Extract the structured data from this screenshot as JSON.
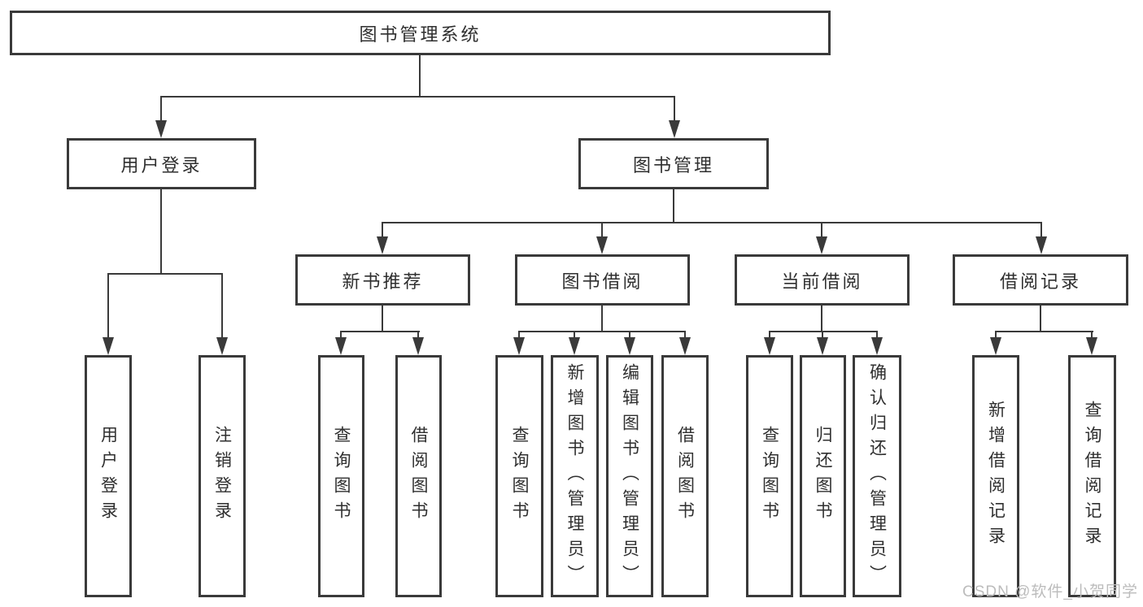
{
  "nodes": {
    "root": "图书管理系统",
    "user_login_group": "用户登录",
    "book_mgmt": "图书管理",
    "new_book_rec": "新书推荐",
    "book_borrow": "图书借阅",
    "current_borrow": "当前借阅",
    "borrow_records": "借阅记录",
    "leaf_user_login": "用户登录",
    "leaf_logout": "注销登录",
    "leaf_nb_query": "查询图书",
    "leaf_nb_borrow": "借阅图书",
    "leaf_bb_query": "查询图书",
    "leaf_bb_add": "新增图书（管理员）",
    "leaf_bb_edit": "编辑图书（管理员）",
    "leaf_bb_borrow": "借阅图书",
    "leaf_cb_query": "查询图书",
    "leaf_cb_return": "归还图书",
    "leaf_cb_confirm": "确认归还（管理员）",
    "leaf_br_add": "新增借阅记录",
    "leaf_br_query": "查询借阅记录"
  },
  "watermark": "CSDN @软件_小贺同学",
  "colors": {
    "line": "#3a3a3a",
    "text": "#2f2f2f",
    "watermark": "#bcbcbc"
  }
}
